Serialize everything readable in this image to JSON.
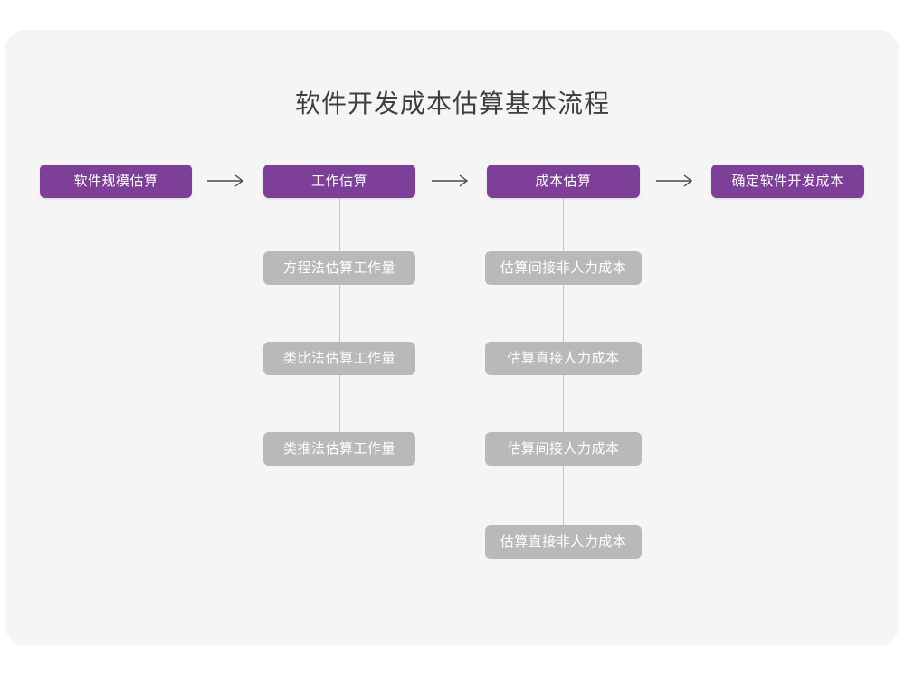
{
  "diagram": {
    "title": "软件开发成本估算基本流程",
    "theme": {
      "page_background": "#ffffff",
      "card_background": "#f5f5f5",
      "primary_node_color": "#7d3f98",
      "sub_node_color": "#b9b9b9",
      "connector_color": "#c6c6c6",
      "arrow_color": "#4a4a4a",
      "title_color": "#3f3f3f",
      "node_text_color": "#ffffff"
    },
    "type": "flowchart",
    "flow": {
      "steps": [
        {
          "id": "step-1",
          "label": "软件规模估算",
          "substeps": []
        },
        {
          "id": "step-2",
          "label": "工作估算",
          "substeps": [
            {
              "id": "step-2-sub-1",
              "label": "方程法估算工作量"
            },
            {
              "id": "step-2-sub-2",
              "label": "类比法估算工作量"
            },
            {
              "id": "step-2-sub-3",
              "label": "类推法估算工作量"
            }
          ]
        },
        {
          "id": "step-3",
          "label": "成本估算",
          "substeps": [
            {
              "id": "step-3-sub-1",
              "label": "估算间接非人力成本"
            },
            {
              "id": "step-3-sub-2",
              "label": "估算直接人力成本"
            },
            {
              "id": "step-3-sub-3",
              "label": "估算间接人力成本"
            },
            {
              "id": "step-3-sub-4",
              "label": "估算直接非人力成本"
            }
          ]
        },
        {
          "id": "step-4",
          "label": "确定软件开发成本",
          "substeps": []
        }
      ],
      "arrows": [
        {
          "id": "arrow-1",
          "glyph": "right-arrow-icon",
          "between": [
            "step-1",
            "step-2"
          ]
        },
        {
          "id": "arrow-2",
          "glyph": "right-arrow-icon",
          "between": [
            "step-2",
            "step-3"
          ]
        },
        {
          "id": "arrow-3",
          "glyph": "right-arrow-icon",
          "between": [
            "step-3",
            "step-4"
          ]
        }
      ]
    }
  }
}
